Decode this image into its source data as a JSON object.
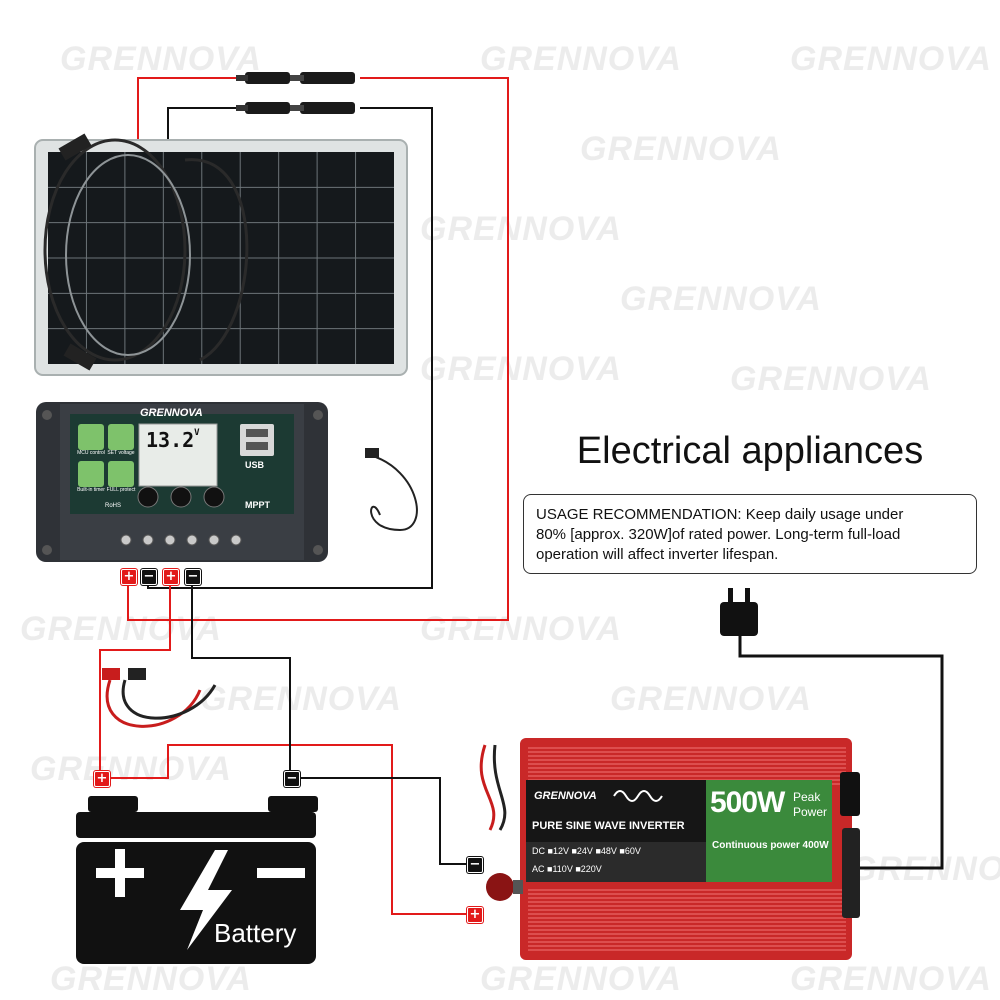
{
  "watermark": {
    "text": "GRENNOVA"
  },
  "title": "Electrical appliances",
  "note": {
    "line1": "USAGE RECOMMENDATION: Keep daily usage under",
    "line2": "80% [approx. 320W]of rated power. Long-term full-load",
    "line3": "operation will affect inverter lifespan."
  },
  "controller": {
    "brand": "GRENNOVA",
    "display_value": "13.2",
    "display_unit": "V",
    "btn_mcu": "MCU control",
    "btn_set": "SET voltage",
    "btn_builtin": "Built-in timer",
    "btn_full": "FULL protect",
    "usb_label": "USB",
    "mppt_label": "MPPT",
    "rohs_label": "RoHS"
  },
  "inverter": {
    "brand": "GRENNOVA",
    "wave_label": "PURE SINE WAVE INVERTER",
    "dc_label": "DC",
    "dc_options": [
      "12V",
      "24V",
      "48V",
      "60V"
    ],
    "ac_label": "AC",
    "ac_options": [
      "110V",
      "220V"
    ],
    "peak_value": "500W",
    "peak_label_1": "Peak",
    "peak_label_2": "Power",
    "continuous_label": "Continuous power 400W"
  },
  "battery": {
    "label": "Battery"
  },
  "terminals": {
    "plus": "+",
    "minus": "−"
  },
  "colors": {
    "positive_wire": "#e21a1a",
    "negative_wire": "#111111",
    "inverter_red": "#d42a2a",
    "inverter_panel": "#3a8a3a",
    "controller_body": "#2b2e33"
  }
}
